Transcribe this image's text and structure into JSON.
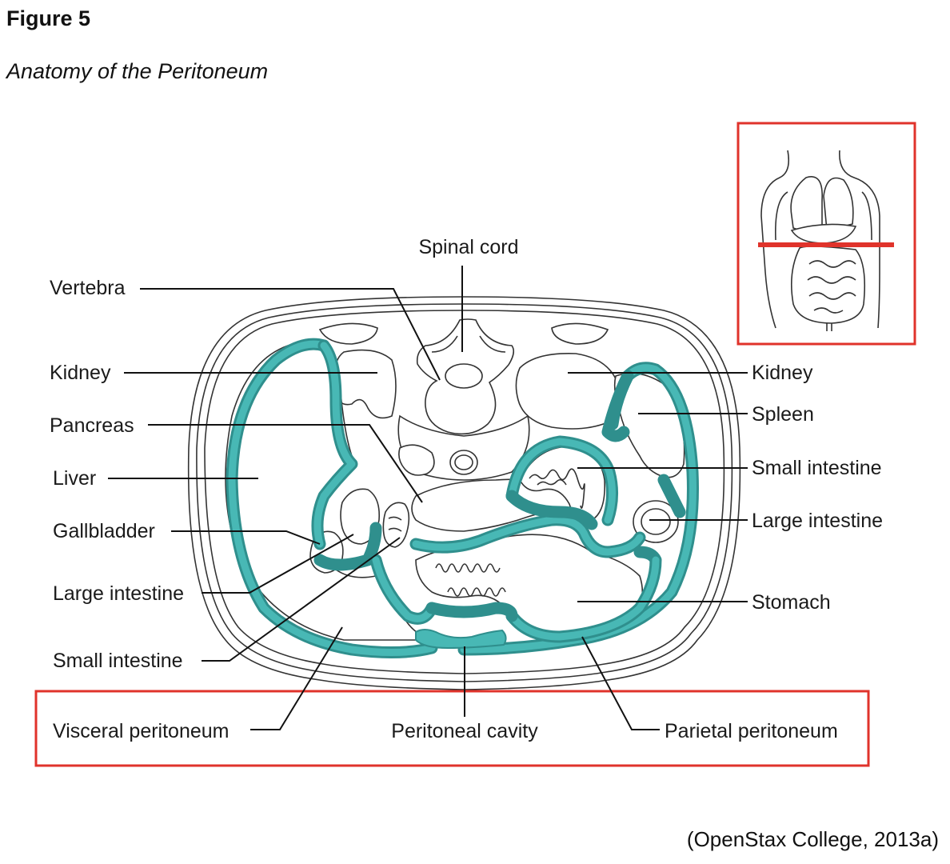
{
  "figure": {
    "number": "Figure 5",
    "title": "Anatomy of the Peritoneum",
    "citation": "(OpenStax College, 2013a)"
  },
  "labels": {
    "spinal_cord": "Spinal cord",
    "vertebra": "Vertebra",
    "kidney_left": "Kidney",
    "pancreas": "Pancreas",
    "liver": "Liver",
    "gallbladder": "Gallbladder",
    "large_intestine_left": "Large intestine",
    "small_intestine_left": "Small intestine",
    "kidney_right": "Kidney",
    "spleen": "Spleen",
    "small_intestine_right": "Small intestine",
    "large_intestine_right": "Large intestine",
    "stomach": "Stomach",
    "visceral_peritoneum": "Visceral peritoneum",
    "peritoneal_cavity": "Peritoneal cavity",
    "parietal_peritoneum": "Parietal peritoneum"
  },
  "colors": {
    "peritoneum": "#48b8b5",
    "highlight_box": "#e0332b"
  },
  "icons": {
    "inset": "torso-section-icon"
  }
}
